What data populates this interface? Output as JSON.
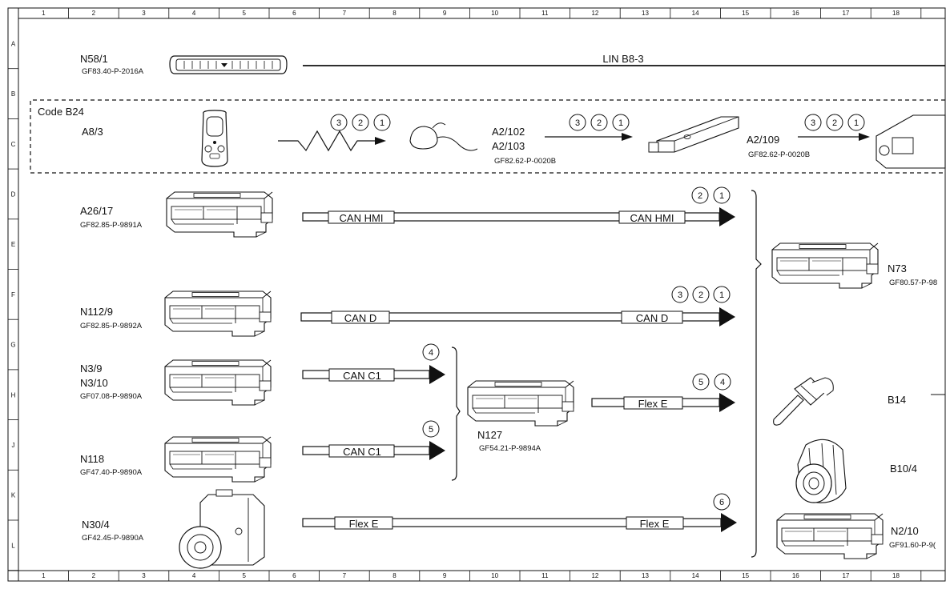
{
  "ruler": {
    "columns": [
      "1",
      "2",
      "3",
      "4",
      "5",
      "6",
      "7",
      "8",
      "9",
      "10",
      "11",
      "12",
      "13",
      "14",
      "15",
      "16",
      "17",
      "18"
    ],
    "rows": [
      "A",
      "B",
      "C",
      "D",
      "E",
      "F",
      "G",
      "H",
      "J",
      "K",
      "L"
    ]
  },
  "code_box": {
    "label": "Code B24"
  },
  "lin": {
    "label": "LIN B8-3"
  },
  "components": {
    "n58_1": {
      "name": "N58/1",
      "ref": "GF83.40-P-2016A"
    },
    "a8_3": {
      "name": "A8/3"
    },
    "a2_102": {
      "name": "A2/102"
    },
    "a2_103": {
      "name": "A2/103",
      "ref": "GF82.62-P-0020B"
    },
    "a2_109": {
      "name": "A2/109",
      "ref": "GF82.62-P-0020B"
    },
    "a26_17": {
      "name": "A26/17",
      "ref": "GF82.85-P-9891A"
    },
    "n112_9": {
      "name": "N112/9",
      "ref": "GF82.85-P-9892A"
    },
    "n3_9": {
      "name": "N3/9"
    },
    "n3_10": {
      "name": "N3/10",
      "ref": "GF07.08-P-9890A"
    },
    "n118": {
      "name": "N118",
      "ref": "GF47.40-P-9890A"
    },
    "n30_4": {
      "name": "N30/4",
      "ref": "GF42.45-P-9890A"
    },
    "n127": {
      "name": "N127",
      "ref": "GF54.21-P-9894A"
    },
    "n73": {
      "name": "N73",
      "ref": "GF80.57-P-98"
    },
    "b14": {
      "name": "B14"
    },
    "b10_4": {
      "name": "B10/4"
    },
    "n2_10": {
      "name": "N2/10",
      "ref": "GF91.60-P-9("
    }
  },
  "buses": {
    "can_hmi": "CAN HMI",
    "can_d": "CAN D",
    "can_c1": "CAN C1",
    "flex_e": "Flex E"
  },
  "markers": [
    "1",
    "2",
    "3",
    "4",
    "5",
    "6"
  ]
}
